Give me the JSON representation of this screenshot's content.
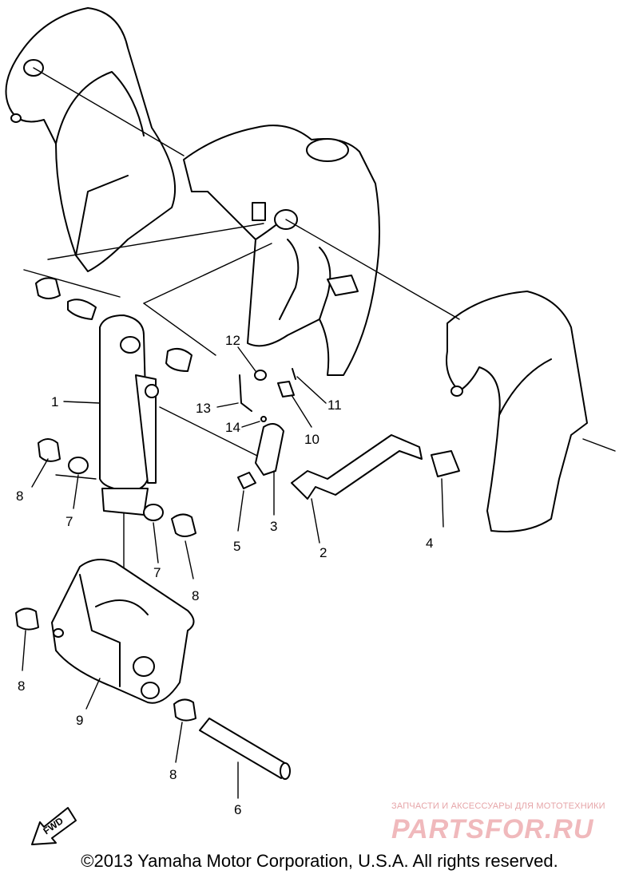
{
  "callouts": {
    "c1": "1",
    "c2": "2",
    "c3": "3",
    "c4": "4",
    "c5": "5",
    "c6": "6",
    "c7a": "7",
    "c7b": "7",
    "c8a": "8",
    "c8b": "8",
    "c8c": "8",
    "c8d": "8",
    "c9": "9",
    "c10": "10",
    "c11": "11",
    "c12": "12",
    "c13": "13",
    "c14": "14"
  },
  "fwd_label": "FWD",
  "copyright": "©2013 Yamaha Motor Corporation, U.S.A. All rights reserved.",
  "watermark": {
    "tagline": "ЗАПЧАСТИ И АКСЕССУАРЫ ДЛЯ МОТОТЕХНИКИ",
    "brand": "PARTSFOR.RU"
  }
}
